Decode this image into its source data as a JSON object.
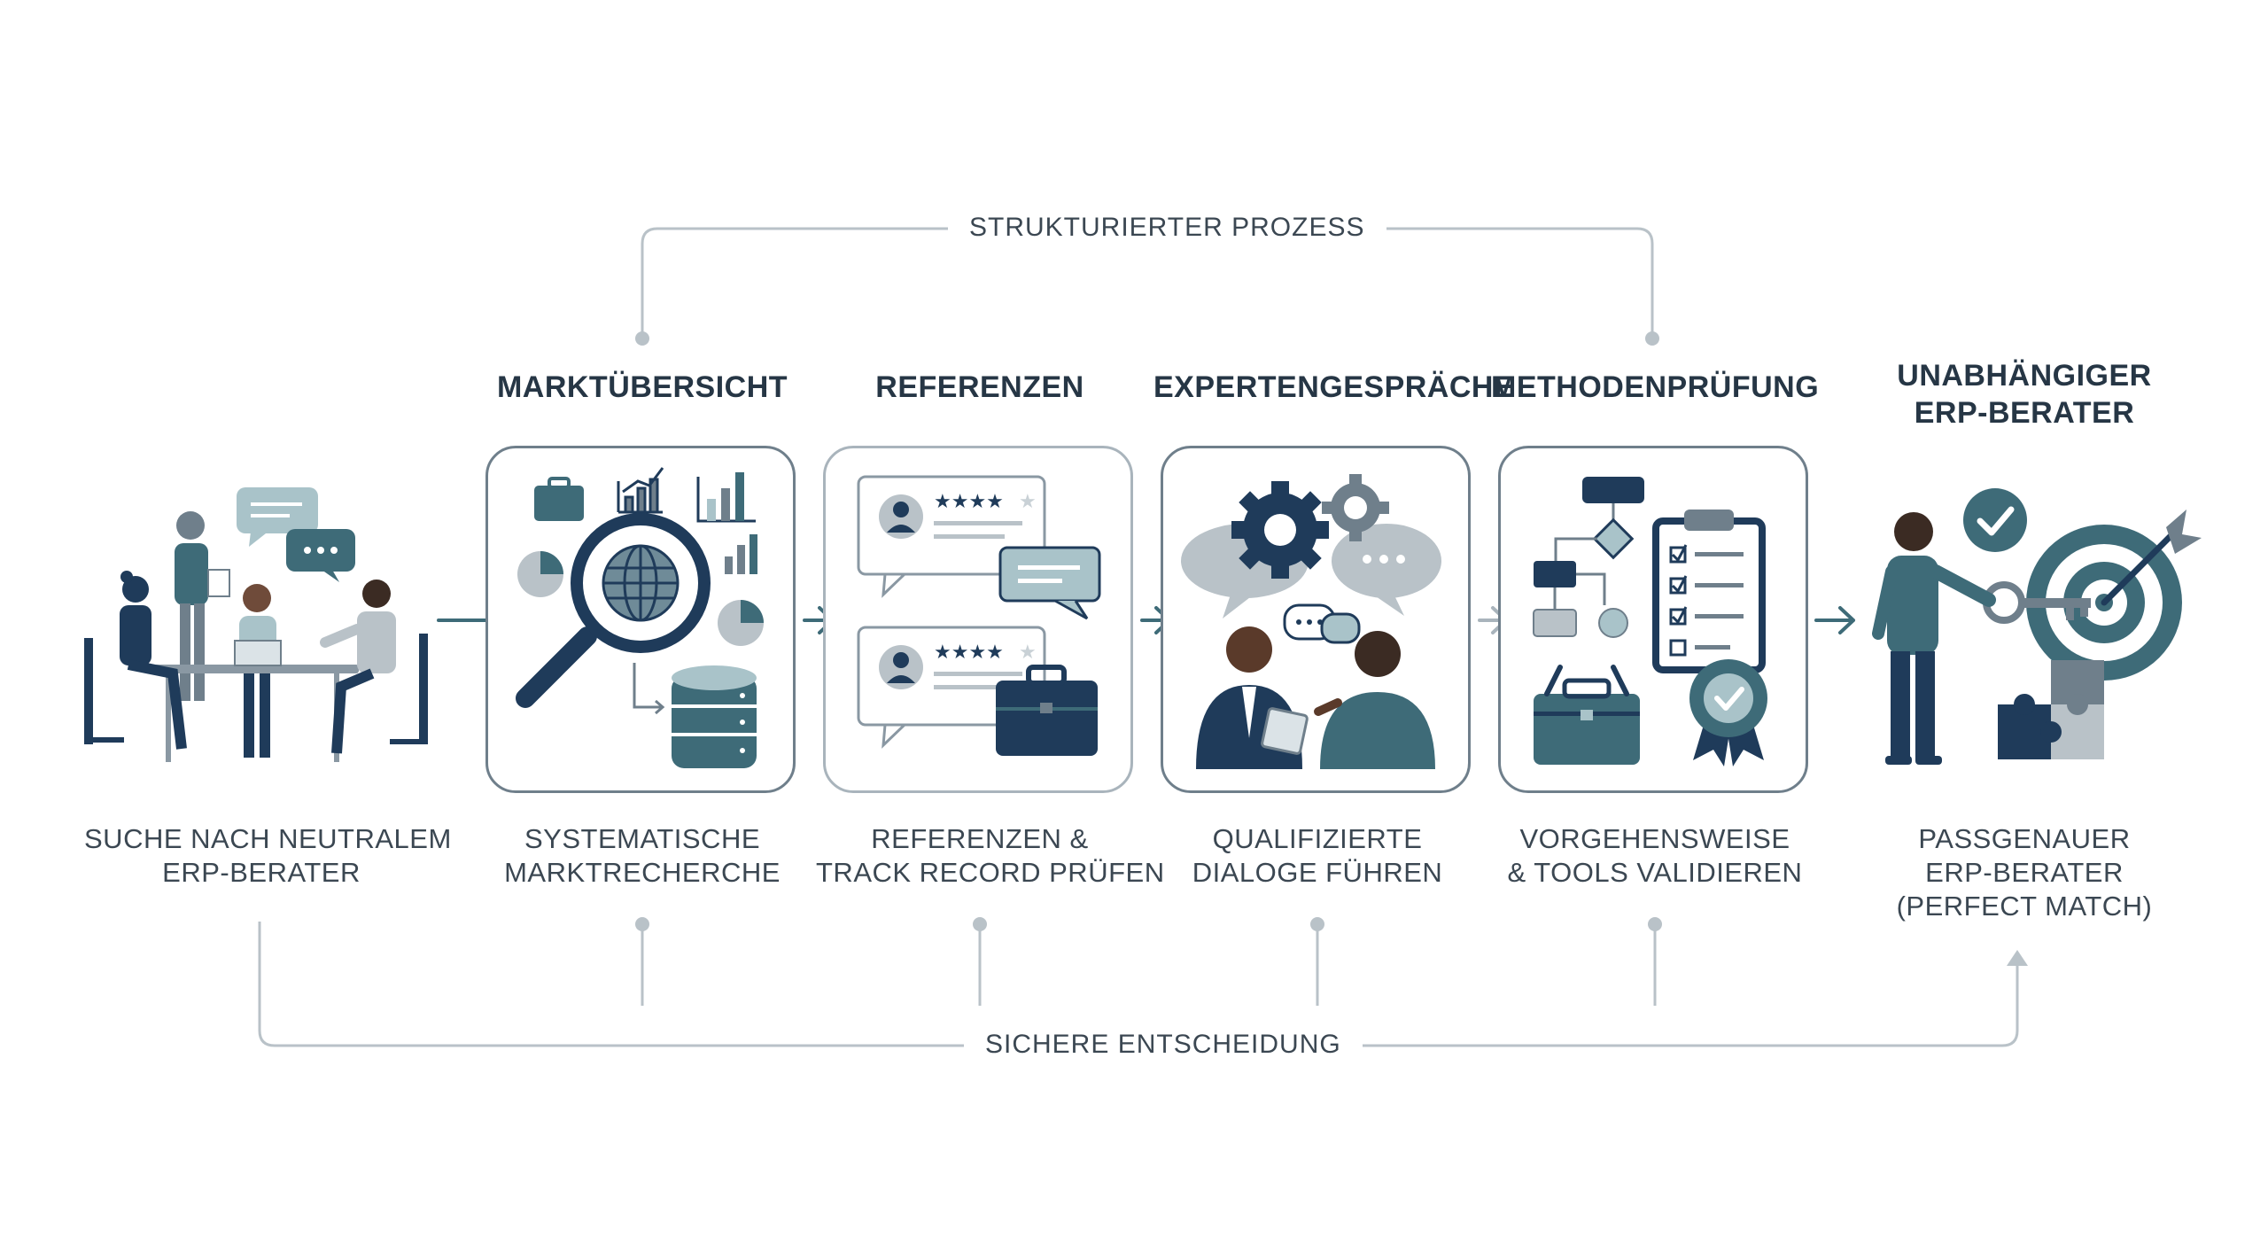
{
  "top_label": "STRUKTURIERTER PROZESS",
  "bottom_label": "SICHERE ENTSCHEIDUNG",
  "start": {
    "caption_line1": "SUCHE NACH NEUTRALEM",
    "caption_line2": "ERP-BERATER"
  },
  "steps": [
    {
      "title": "MARKTÜBERSICHT",
      "caption_line1": "SYSTEMATISCHE",
      "caption_line2": "MARKTRECHERCHE"
    },
    {
      "title": "REFERENZEN",
      "caption_line1": "REFERENZEN &",
      "caption_line2": "TRACK RECORD PRÜFEN"
    },
    {
      "title": "EXPERTENGESPRÄCHE",
      "caption_line1": "QUALIFIZIERTE",
      "caption_line2": "DIALOGE FÜHREN"
    },
    {
      "title": "METHODENPRÜFUNG",
      "caption_line1": "VORGEHENSWEISE",
      "caption_line2": "& TOOLS VALIDIEREN"
    }
  ],
  "result": {
    "title_line1": "UNABHÄNGIGER",
    "title_line2": "ERP-BERATER",
    "caption_line1": "PASSGENAUER",
    "caption_line2": "ERP-BERATER",
    "caption_line3": "(PERFECT MATCH)"
  },
  "colors": {
    "navy": "#1f3b5a",
    "teal": "#3e6b78",
    "slate": "#6f7f8b",
    "light": "#a9c3c9",
    "line": "#b9c2c8"
  },
  "icons": [
    "meeting-icon",
    "magnifier-globe-icon",
    "briefcase-icon",
    "bar-chart-icon",
    "pie-chart-icon",
    "database-icon",
    "review-card-icon",
    "speech-bubble-icon",
    "gear-icon",
    "conversation-icon",
    "flowchart-icon",
    "clipboard-checklist-icon",
    "badge-icon",
    "toolbox-icon",
    "target-icon",
    "key-icon",
    "puzzle-icon",
    "checkmark-icon",
    "arrow-right-icon"
  ]
}
